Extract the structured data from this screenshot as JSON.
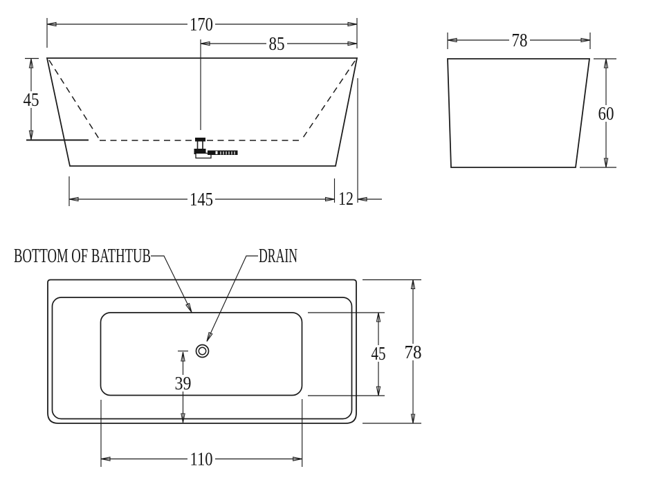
{
  "colors": {
    "background": "#ffffff",
    "line": "#1c1c1c",
    "text": "#161616"
  },
  "front": {
    "length_total": "170",
    "length_center_to_end": "85",
    "depth": "45",
    "length_bottom": "145",
    "end_offset": "12"
  },
  "side": {
    "width_top": "78",
    "height": "60"
  },
  "top": {
    "callout_bottom": "BOTTOM OF BATHTUB",
    "callout_drain": "DRAIN",
    "bottom_width": "45",
    "overall_width": "78",
    "drain_to_edge": "39",
    "bottom_length": "110"
  }
}
